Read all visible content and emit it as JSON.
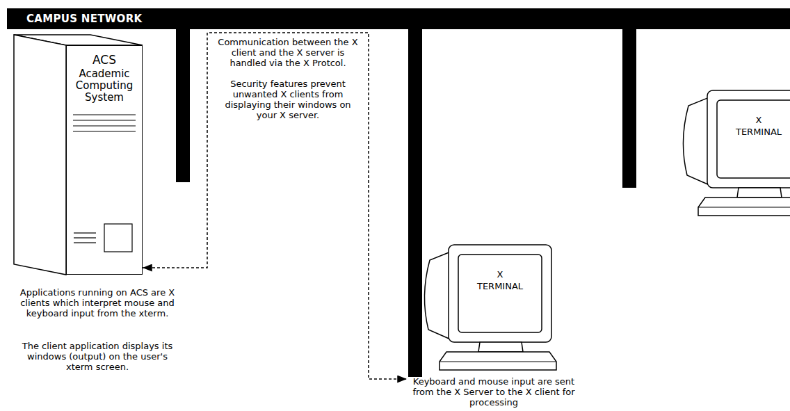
{
  "diagram": {
    "nodes": [
      {
        "text": [
          "CAMPUS NETWORK"
        ]
      },
      {
        "text": [
          "ACS",
          "Academic Computing System"
        ]
      },
      {
        "text": [
          "X TERMINAL"
        ]
      },
      {
        "text": [
          "X TERMINAL"
        ]
      }
    ],
    "edges": [
      {
        "from": 1,
        "to": 2,
        "arrow": "both"
      }
    ],
    "labels": [
      "Communication between the X client and the X server is handled via the X Protcol.",
      "Security features prevent unwanted X clients from displaying their windows on your X server.",
      "Applications running on ACS are X clients which interpret mouse and keyboard input from the xterm.",
      "The client application displays its windows (output) on the user's xterm screen.",
      "Keyboard and mouse input are sent from the X Server to the X client for processing"
    ]
  }
}
